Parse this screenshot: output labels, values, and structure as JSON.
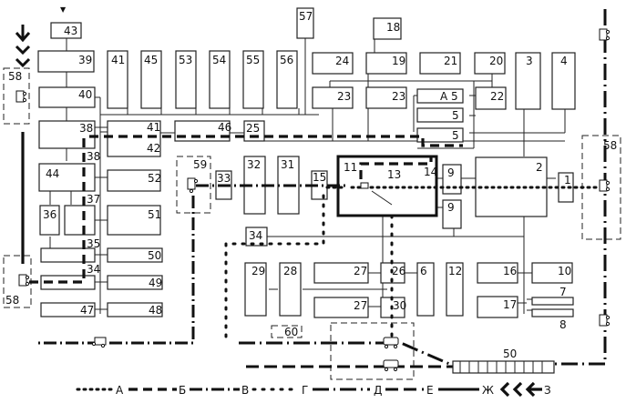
{
  "diagram": {
    "type": "facility layout / flow scheme",
    "boxes": [
      {
        "id": "b43",
        "label": "43"
      },
      {
        "id": "b39",
        "label": "39"
      },
      {
        "id": "b40",
        "label": "40"
      },
      {
        "id": "b41a",
        "label": "41"
      },
      {
        "id": "b45",
        "label": "45"
      },
      {
        "id": "b53",
        "label": "53"
      },
      {
        "id": "b54",
        "label": "54"
      },
      {
        "id": "b55",
        "label": "55"
      },
      {
        "id": "b56",
        "label": "56"
      },
      {
        "id": "b57",
        "label": "57"
      },
      {
        "id": "b24",
        "label": "24"
      },
      {
        "id": "b18",
        "label": "18"
      },
      {
        "id": "b19",
        "label": "19"
      },
      {
        "id": "b21",
        "label": "21"
      },
      {
        "id": "b20",
        "label": "20"
      },
      {
        "id": "b3",
        "label": "3"
      },
      {
        "id": "b4",
        "label": "4"
      },
      {
        "id": "b23a",
        "label": "23"
      },
      {
        "id": "b23b",
        "label": "23"
      },
      {
        "id": "b5a",
        "label": "A 5"
      },
      {
        "id": "b22",
        "label": "22"
      },
      {
        "id": "b5b",
        "label": "5"
      },
      {
        "id": "b5c",
        "label": "5"
      },
      {
        "id": "b38",
        "label": "38"
      },
      {
        "id": "b41b",
        "label": "41"
      },
      {
        "id": "b42",
        "label": "42"
      },
      {
        "id": "b46",
        "label": "46"
      },
      {
        "id": "b25",
        "label": "25"
      },
      {
        "id": "b38b",
        "label": "38"
      },
      {
        "id": "b44",
        "label": "44"
      },
      {
        "id": "b52",
        "label": "52"
      },
      {
        "id": "b36",
        "label": "36"
      },
      {
        "id": "b37",
        "label": "37"
      },
      {
        "id": "b51",
        "label": "51"
      },
      {
        "id": "b35",
        "label": "35"
      },
      {
        "id": "b50a",
        "label": "50"
      },
      {
        "id": "b34a",
        "label": "34"
      },
      {
        "id": "b49",
        "label": "49"
      },
      {
        "id": "b47",
        "label": "47"
      },
      {
        "id": "b48",
        "label": "48"
      },
      {
        "id": "b59",
        "label": "59"
      },
      {
        "id": "b33",
        "label": "33"
      },
      {
        "id": "b32",
        "label": "32"
      },
      {
        "id": "b31",
        "label": "31"
      },
      {
        "id": "b15",
        "label": "15"
      },
      {
        "id": "b11",
        "label": "11"
      },
      {
        "id": "b13",
        "label": "13"
      },
      {
        "id": "b14",
        "label": "14"
      },
      {
        "id": "b9a",
        "label": "9"
      },
      {
        "id": "b9b",
        "label": "9"
      },
      {
        "id": "b2",
        "label": "2"
      },
      {
        "id": "b1",
        "label": "1"
      },
      {
        "id": "b58r",
        "label": "58"
      },
      {
        "id": "b58l1",
        "label": "58"
      },
      {
        "id": "b58l2",
        "label": "58"
      },
      {
        "id": "b34b",
        "label": "34"
      },
      {
        "id": "b29",
        "label": "29"
      },
      {
        "id": "b28",
        "label": "28"
      },
      {
        "id": "b27a",
        "label": "27"
      },
      {
        "id": "b26",
        "label": "26"
      },
      {
        "id": "b6",
        "label": "6"
      },
      {
        "id": "b27b",
        "label": "27"
      },
      {
        "id": "b30",
        "label": "30"
      },
      {
        "id": "b12",
        "label": "12"
      },
      {
        "id": "b16",
        "label": "16"
      },
      {
        "id": "b10",
        "label": "10"
      },
      {
        "id": "b17",
        "label": "17"
      },
      {
        "id": "b7",
        "label": "7"
      },
      {
        "id": "b8",
        "label": "8"
      },
      {
        "id": "b60",
        "label": "60"
      },
      {
        "id": "b50b",
        "label": "50"
      }
    ]
  },
  "legend": {
    "items": [
      {
        "key": "A",
        "style": "dotted"
      },
      {
        "key": "Б",
        "style": "dashed"
      },
      {
        "key": "В",
        "style": "dash-dot"
      },
      {
        "key": "Г",
        "style": "sparse-dotted"
      },
      {
        "key": "Д",
        "style": "long-dash-dot"
      },
      {
        "key": "Е",
        "style": "dashed"
      },
      {
        "key": "Ж",
        "style": "solid"
      },
      {
        "key": "З",
        "style": "arrows"
      }
    ]
  }
}
